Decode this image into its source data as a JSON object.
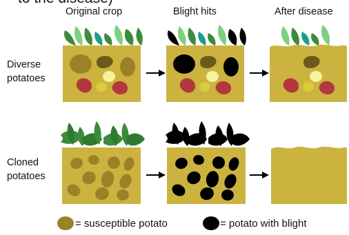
{
  "header": {
    "top_text": "to the disease)"
  },
  "columns": [
    "Original crop",
    "Blight hits",
    "After disease"
  ],
  "rows": [
    {
      "label_line1": "Diverse",
      "label_line2": "potatoes"
    },
    {
      "label_line1": "Cloned",
      "label_line2": "potatoes"
    }
  ],
  "legend": {
    "susceptible": "= susceptible potato",
    "blight": "= potato with blight"
  },
  "colors": {
    "soil": "#ccb33f",
    "susceptible_potato": "#9b8228",
    "dark_potato": "#6b5a1c",
    "red_potato": "#b2383e",
    "light_potato": "#f6f39c",
    "yellow_potato": "#d8cd3b",
    "leaf_green": "#3c8a3c",
    "leaf_light": "#7ed07e",
    "leaf_teal": "#1f9e86",
    "blight": "#000000"
  }
}
